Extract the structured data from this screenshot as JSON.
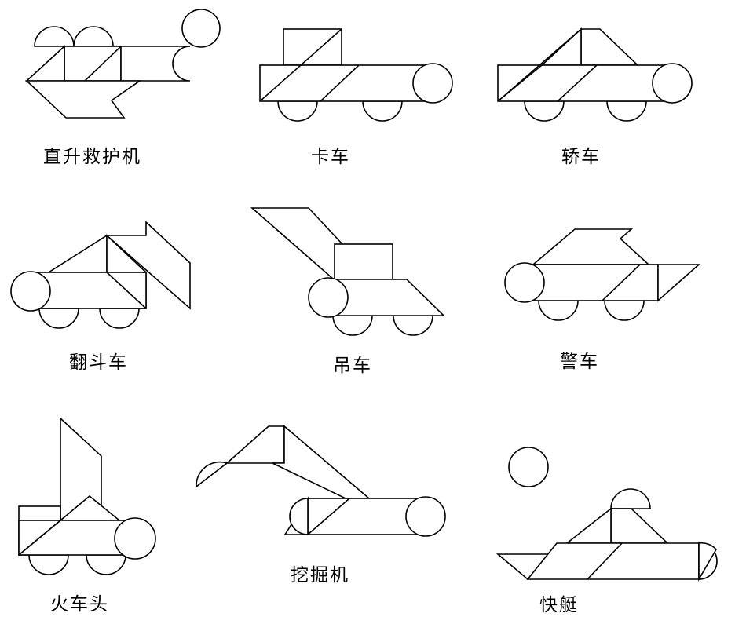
{
  "colors": {
    "line": "#000000",
    "background": "#ffffff"
  },
  "figures": [
    {
      "key": "helicopter",
      "label": "直升救护机"
    },
    {
      "key": "truck",
      "label": "卡车"
    },
    {
      "key": "sedan",
      "label": "轿车"
    },
    {
      "key": "dump_truck",
      "label": "翻斗车"
    },
    {
      "key": "crane",
      "label": "吊车"
    },
    {
      "key": "police_car",
      "label": "警车"
    },
    {
      "key": "locomotive",
      "label": "火车头"
    },
    {
      "key": "excavator",
      "label": "挖掘机"
    },
    {
      "key": "speedboat",
      "label": "快艇"
    }
  ]
}
